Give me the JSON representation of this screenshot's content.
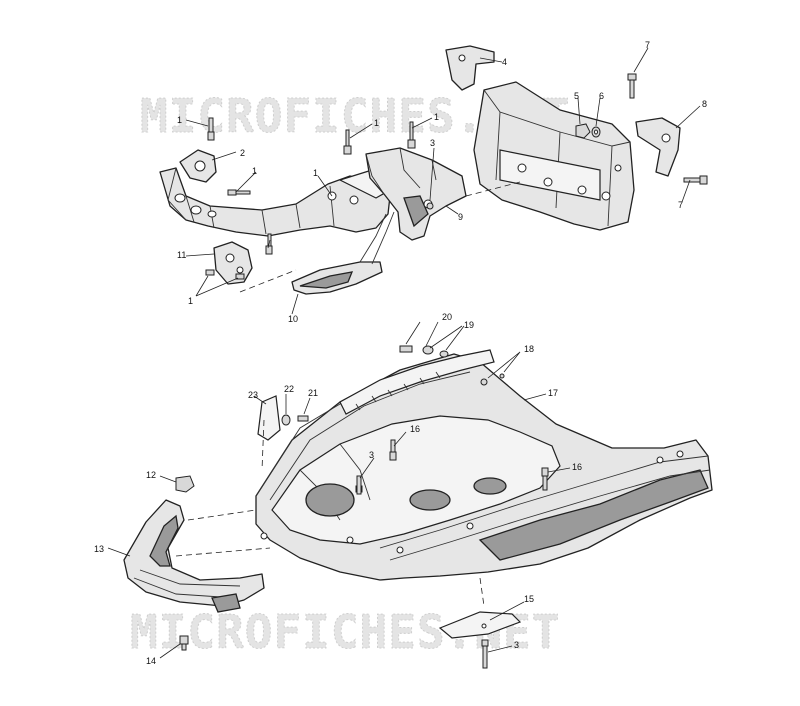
{
  "watermark": "MICROFICHES.NET",
  "callouts": {
    "c1a": "1",
    "c1b": "1",
    "c1c": "1",
    "c1d": "1",
    "c1e": "1",
    "c1f": "1",
    "c2": "2",
    "c3a": "3",
    "c3b": "3",
    "c3c": "3",
    "c4": "4",
    "c5": "5",
    "c6": "6",
    "c7a": "7",
    "c7b": "7",
    "c8": "8",
    "c9": "9",
    "c10": "10",
    "c11": "11",
    "c12": "12",
    "c13": "13",
    "c14": "14",
    "c15": "15",
    "c16a": "16",
    "c16b": "16",
    "c17": "17",
    "c18": "18",
    "c19": "19",
    "c20": "20",
    "c21": "21",
    "c22": "22",
    "c23": "23"
  }
}
